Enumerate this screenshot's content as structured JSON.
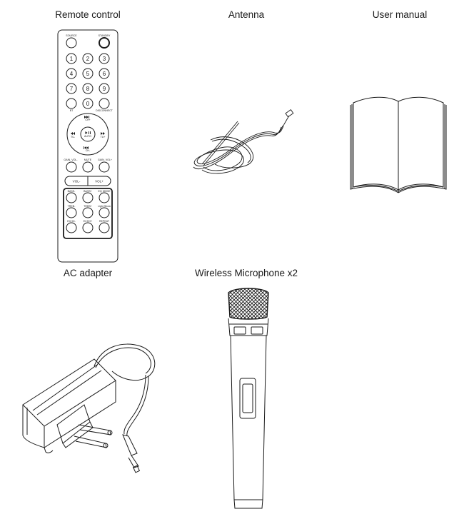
{
  "captions": {
    "remote": "Remote control",
    "antenna": "Antenna",
    "manual": "User manual",
    "adapter": "AC adapter",
    "microphone": "Wireless Microphone x2"
  },
  "remote": {
    "source": "SOURCE",
    "standby": "STANDBY",
    "digits": [
      "1",
      "2",
      "3",
      "4",
      "5",
      "6",
      "7",
      "8",
      "9"
    ],
    "zero": "0",
    "bt": "BT",
    "disconnect": "DISCONNECT",
    "ch_plus": "CH+",
    "ch_minus": "CH-",
    "tu_minus": "TU-",
    "tu_plus": "TU+",
    "auto": "AUTO",
    "gain_vol_minus": "GAIN. VOL-",
    "mute": "MUTE",
    "gain_vol_plus": "GAIN. VOL+",
    "vol_minus": "VOL-",
    "vol_plus": "VOL+",
    "bass_minus": "BASS-",
    "bass_plus": "BASS+",
    "eq_mode": "EQ MODE",
    "treb_minus": "TREB-",
    "treb_plus": "TREB+",
    "light_show": "Light Show",
    "echo_minus": "ECHO-",
    "echo_plus": "ECHO+",
    "repeat": "REPEAT"
  },
  "colors": {
    "ink": "#1a1a1a",
    "paper": "#ffffff"
  }
}
